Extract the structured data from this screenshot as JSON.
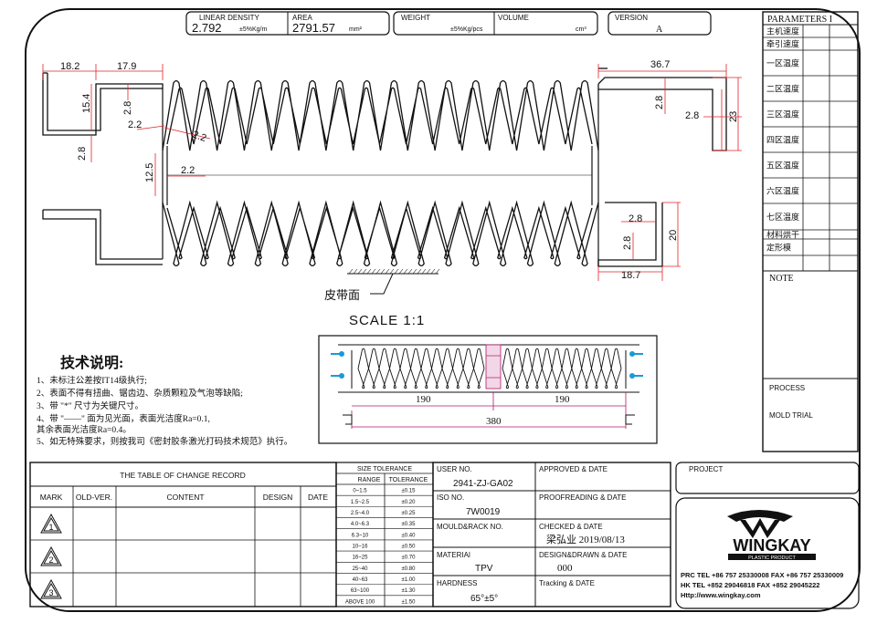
{
  "header": {
    "linear_density_label": "LINEAR DENSITY",
    "linear_density_value": "2.792",
    "linear_density_unit": "±5%Kg/m",
    "area_label": "AREA",
    "area_value": "2791.57",
    "area_unit": "mm²",
    "weight_label": "WEIGHT",
    "weight_unit": "±5%Kg/pcs",
    "volume_label": "VOLUME",
    "volume_unit": "cm³",
    "version_label": "VERSION",
    "version_value": "A"
  },
  "parameters": {
    "title": "PARAMETERS  I",
    "rows": [
      "主机速度",
      "牵引速度",
      "一区温度",
      "二区温度",
      "三区温度",
      "四区温度",
      "五区温度",
      "六区温度",
      "七区温度",
      "材料烘干",
      "定形模"
    ],
    "note_label": "NOTE",
    "process_label": "PROCESS",
    "mold_trial_label": "MOLD TRIAL"
  },
  "dimensions": {
    "d_18_2": "18.2",
    "d_17_9": "17.9",
    "d_15_4": "15.4",
    "d_2_8_a": "2.8",
    "d_2_2_a": "2.2",
    "d_2_2_b": "2.2",
    "d_2_8_b": "2.8",
    "d_12_5": "12.5",
    "d_2_2_c": "2.2",
    "d_36_7": "36.7",
    "d_2_8_c": "2.8",
    "d_2_8_d": "2.8",
    "d_23": "23",
    "d_2_8_e": "2.8",
    "d_2_8_f": "2.8",
    "d_20": "20",
    "d_18_7": "18.7"
  },
  "belt_surface_label": "皮带面",
  "scale_label": "SCALE 1:1",
  "assembly": {
    "dim_left": "190",
    "dim_right": "190",
    "dim_total": "380"
  },
  "tech_notes": {
    "title": "技术说明:",
    "lines": [
      "1、未标注公差按IT14级执行;",
      "2、表面不得有扭曲、锯齿边、杂质颗粒及气泡等缺陷;",
      "3、带 \"*\" 尺寸为关键尺寸。",
      "4、带 \"——\" 面为见光面，表面光洁度Ra=0.1,",
      "    其余表面光洁度Ra=0.4。",
      "5、如无特殊要求，则按我司《密封胶条激光打码技术规范》执行。"
    ]
  },
  "change_record": {
    "title": "THE TABLE OF CHANGE RECORD",
    "columns": [
      "MARK",
      "OLD-VER.",
      "CONTENT",
      "DESIGN",
      "DATE"
    ],
    "marks": [
      "1",
      "2",
      "3"
    ]
  },
  "size_tolerance": {
    "title": "SIZE TOLERANCE",
    "range_label": "RANGE",
    "tolerance_label": "TOLERANCE",
    "rows": [
      [
        "0~1.5",
        "±0.15"
      ],
      [
        "1.5~2.5",
        "±0.20"
      ],
      [
        "2.5~4.0",
        "±0.25"
      ],
      [
        "4.0~6.3",
        "±0.35"
      ],
      [
        "6.3~10",
        "±0.40"
      ],
      [
        "10~16",
        "±0.50"
      ],
      [
        "16~25",
        "±0.70"
      ],
      [
        "25~40",
        "±0.80"
      ],
      [
        "40~63",
        "±1.00"
      ],
      [
        "63~100",
        "±1.30"
      ],
      [
        "ABOVE 100",
        "±1.50"
      ]
    ]
  },
  "info": {
    "user_no_label": "USER NO.",
    "user_no_value": "2941-ZJ-GA02",
    "iso_no_label": "ISO NO.",
    "iso_no_value": "7W0019",
    "mould_label": "MOULD&RACK NO.",
    "material_label": "MATERIAl",
    "material_value": "TPV",
    "hardness_label": "HARDNESS",
    "hardness_value": "65°±5°",
    "approved_label": "APPROVED & DATE",
    "proofreading_label": "PROOFREADING & DATE",
    "checked_label": "CHECKED & DATE",
    "checked_value": "梁弘业  2019/08/13",
    "design_label": "DESIGN&DRAWN & DATE",
    "design_value": "000",
    "tracking_label": "Tracking & DATE",
    "project_label": "PROJECT"
  },
  "company": {
    "logo_text": "WINGKAY",
    "logo_sub": "PLASTIC PRODUCT",
    "prc_line": "PRC TEL +86 757 25330008 FAX +86 757 25330009",
    "hk_line": "HK  TEL +852 29046818   FAX +852 29045222",
    "web_line": "Http://www.wingkay.com"
  }
}
